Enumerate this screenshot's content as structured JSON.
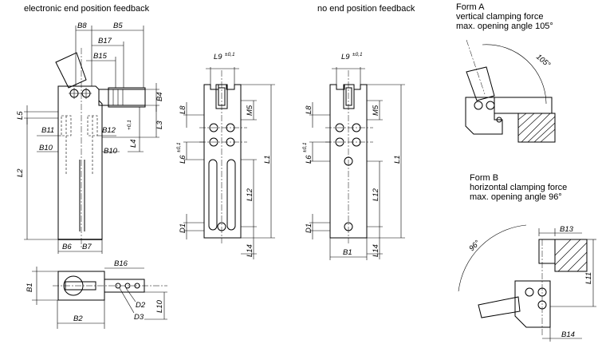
{
  "titles": {
    "electronic": "electronic end position feedback",
    "no_feedback": "no end position feedback"
  },
  "form_a": {
    "title": "Form A",
    "line1": "vertical clamping force",
    "line2": "max. opening angle 105°",
    "angle": "105°"
  },
  "form_b": {
    "title": "Form B",
    "line1": "horizontal clamping force",
    "line2": "max. opening angle 96°",
    "angle": "96°"
  },
  "dims": {
    "B1": "B1",
    "B2": "B2",
    "B4": "B4",
    "B5": "B5",
    "B6": "B6",
    "B7": "B7",
    "B8": "B8",
    "B10": "B10",
    "B11": "B11",
    "B12": "B12",
    "B13": "B13",
    "B14": "B14",
    "B15": "B15",
    "B16": "B16",
    "B17": "B17",
    "L1": "L1",
    "L2": "L2",
    "L3": "L3",
    "L4": "L4",
    "L5": "L5",
    "L6": "L6",
    "L8": "L8",
    "L9": "L9",
    "L10": "L10",
    "L11": "L11",
    "L12": "L12",
    "L14": "L14",
    "M5": "M5",
    "D1": "D1",
    "D2": "D2",
    "D3": "D3"
  },
  "tol": {
    "small": "±0,1",
    "plus": "+0,1"
  }
}
